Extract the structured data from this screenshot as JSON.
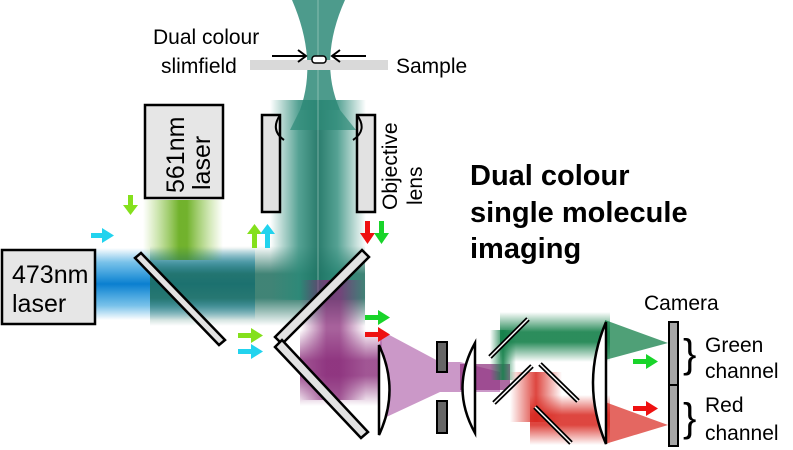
{
  "diagram": {
    "title_lines": [
      "Dual colour",
      "single molecule",
      "imaging"
    ],
    "sample": {
      "label": "Sample",
      "slimfield_label_lines": [
        "Dual colour",
        "slimfield"
      ]
    },
    "objective": {
      "label_lines": [
        "Objective",
        "lens"
      ]
    },
    "lasers": [
      {
        "id": "laser-561",
        "label_lines": [
          "561nm",
          "laser"
        ],
        "beam_color": "#8dc63f"
      },
      {
        "id": "laser-473",
        "label_lines": [
          "473nm",
          "laser"
        ],
        "beam_color": "#0a8fd8"
      }
    ],
    "camera": {
      "label": "Camera",
      "channels": [
        {
          "label_lines": [
            "Green",
            "channel"
          ],
          "color": "#1a8a50"
        },
        {
          "label_lines": [
            "Red",
            "channel"
          ],
          "color": "#e0392b"
        }
      ]
    },
    "arrow_colors": {
      "green_561": "#84e01c",
      "cyan_473": "#22d3ee",
      "green_emission": "#19d42a",
      "red_emission": "#ee1111"
    },
    "beam_colors": {
      "combined_excitation": "#1f6e5e",
      "emission": "#8a2c7a",
      "green_channel": "#14804a",
      "red_channel": "#d8261e"
    }
  }
}
